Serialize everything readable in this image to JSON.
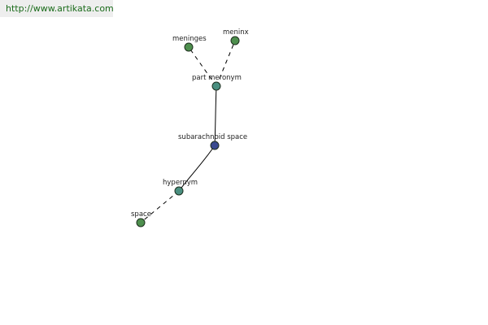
{
  "watermark": {
    "text": "http://www.artikata.com"
  },
  "colors": {
    "background": "#ffffff",
    "watermark_bg": "#eeeeee",
    "watermark_text": "#1a6b1a",
    "word_node": "#4e8f4e",
    "relation_node": "#4a8f80",
    "center_node": "#3a4a90",
    "edge": "#000000",
    "label": "#222222"
  },
  "graph": {
    "nodes": [
      {
        "id": "center",
        "label": "subarachnoid space",
        "kind": "center"
      },
      {
        "id": "part-meronym",
        "label": "part meronym",
        "kind": "relation"
      },
      {
        "id": "meninges",
        "label": "meninges",
        "kind": "word"
      },
      {
        "id": "meninx",
        "label": "meninx",
        "kind": "word"
      },
      {
        "id": "hypernym",
        "label": "hypernym",
        "kind": "relation"
      },
      {
        "id": "space",
        "label": "space",
        "kind": "word"
      }
    ],
    "edges": [
      {
        "from": "center",
        "to": "part-meronym",
        "style": "solid"
      },
      {
        "from": "part-meronym",
        "to": "meninges",
        "style": "dashed"
      },
      {
        "from": "part-meronym",
        "to": "meninx",
        "style": "dashed"
      },
      {
        "from": "center",
        "to": "hypernym",
        "style": "solid"
      },
      {
        "from": "hypernym",
        "to": "space",
        "style": "dashed"
      }
    ]
  }
}
